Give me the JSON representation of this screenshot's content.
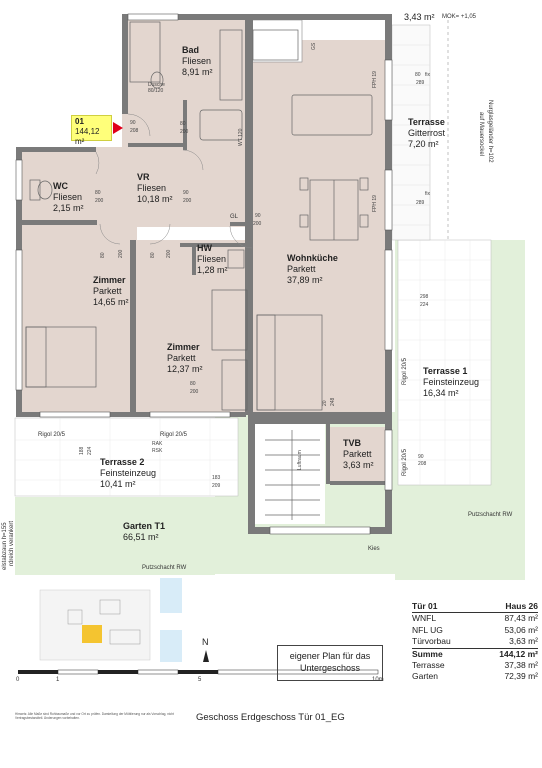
{
  "header": {
    "top_dim": "3,43 m²",
    "mok": "MOK= +1,05"
  },
  "unit_badge": {
    "number": "01",
    "area": "144,12 m²"
  },
  "rooms": {
    "bad": {
      "name": "Bad",
      "floor": "Fliesen",
      "area": "8,91 m²"
    },
    "vr": {
      "name": "VR",
      "floor": "Fliesen",
      "area": "10,18 m²"
    },
    "wc": {
      "name": "WC",
      "floor": "Fliesen",
      "area": "2,15 m²"
    },
    "hw": {
      "name": "HW",
      "floor": "Fliesen",
      "area": "1,28 m²"
    },
    "zimmer1": {
      "name": "Zimmer",
      "floor": "Parkett",
      "area": "14,65 m²"
    },
    "zimmer2": {
      "name": "Zimmer",
      "floor": "Parkett",
      "area": "12,37 m²"
    },
    "wohnkueche": {
      "name": "Wohnküche",
      "floor": "Parkett",
      "area": "37,89 m²"
    },
    "tvb": {
      "name": "TVB",
      "floor": "Parkett",
      "area": "3,63 m²"
    },
    "terrasse_gitter": {
      "name": "Terrasse",
      "floor": "Gitterrost",
      "area": "7,20 m²"
    },
    "terrasse1": {
      "name": "Terrasse 1",
      "floor": "Feinsteinzeug",
      "area": "16,34 m²"
    },
    "terrasse2": {
      "name": "Terrasse 2",
      "floor": "Feinsteinzeug",
      "area": "10,41 m²"
    },
    "garten": {
      "name": "Garten T1",
      "area": "66,51 m²"
    }
  },
  "annotations": {
    "dusche": "Dusche",
    "dusche_dim": "80/120",
    "wt": "WT 120",
    "gs": "GS",
    "gl": "GL",
    "fph1": "FPH 19",
    "fph2": "FPH 19",
    "fix1": "fix",
    "fix2": "fix",
    "d80": "80",
    "d289a": "289",
    "d289b": "289",
    "d298": "298",
    "d224": "224",
    "d90a": "90",
    "d208": "208",
    "d80b": "80",
    "d200a": "200",
    "d80c": "80",
    "d200b": "200",
    "d90b": "90",
    "d200c": "200",
    "d80d": "80",
    "d200d": "200",
    "d80e": "80",
    "d200e": "200",
    "d80f": "80",
    "d200f": "200",
    "d90c": "90",
    "d200g": "200",
    "d20": "20",
    "d248": "248",
    "d188": "188",
    "d224b": "224",
    "d183": "183",
    "d209": "209",
    "d90d": "90",
    "d208b": "208",
    "rigol1": "Rigol 20/5",
    "rigol2": "Rigol 20/5",
    "rigol3": "Rigol 20/5",
    "rigol4": "Rigol 20/5",
    "rak": "RAK",
    "rsk": "RSK",
    "luftraum": "Luftraum",
    "nurglas": "Nurglasgeländer h=102",
    "mauersockel": "auf Mauersockel",
    "putzschacht1": "Putzschacht RW",
    "putzschacht2": "Putzschacht RW",
    "kies": "Kies",
    "zaun": "elstabzaun h=155",
    "zaun2": "rdreich verankert",
    "north": "N"
  },
  "scale": {
    "s0": "0",
    "s1": "1",
    "s5": "5",
    "s10": "10m"
  },
  "note_box": {
    "line1": "eigener Plan für das",
    "line2": "Untergeschoss"
  },
  "summary": {
    "tuer_label": "Tür 01",
    "haus_label": "Haus  26",
    "rows": [
      {
        "label": "WNFL",
        "value": "87,43 m²"
      },
      {
        "label": "NFL UG",
        "value": "53,06 m²"
      },
      {
        "label": "Türvorbau",
        "value": "3,63 m²"
      }
    ],
    "sum_label": "Summe",
    "sum_value": "144,12 m²",
    "extra": [
      {
        "label": "Terrasse",
        "value": "37,38 m²"
      },
      {
        "label": "Garten",
        "value": "72,39 m²"
      }
    ]
  },
  "footer": {
    "text": "Geschoss  Erdgeschoss   Tür 01_EG"
  },
  "fineprint": "Hinweis: Alle Maße sind Rohbaumaße und vor Ort zu prüfen. Darstellung der Möblierung nur als Vorschlag, nicht Vertragsbestandteil. Änderungen vorbehalten.",
  "colors": {
    "room_fill": "#e3d6cf",
    "wall": "#7a7a7a",
    "garden": "#e2f0da",
    "terrace": "#ffffff",
    "badge": "#ffff7a",
    "arrow": "#e0001b"
  }
}
